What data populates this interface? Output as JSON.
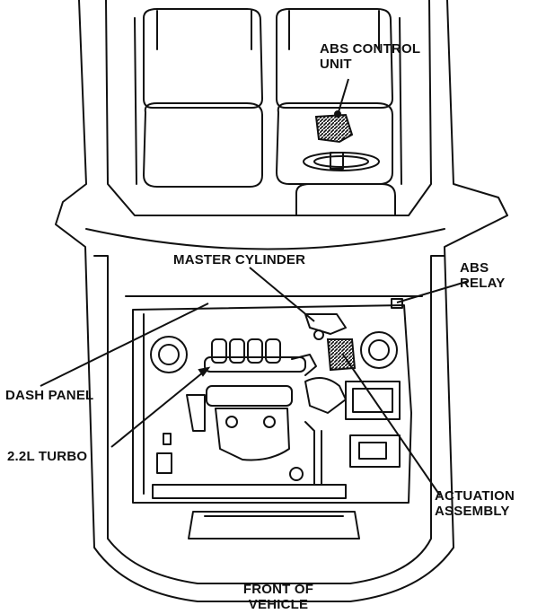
{
  "labels": {
    "abs_control_unit": [
      "ABS CONTROL",
      "UNIT"
    ],
    "master_cylinder": "MASTER CYLINDER",
    "abs_relay": [
      "ABS",
      "RELAY"
    ],
    "dash_panel": "DASH PANEL",
    "engine": "2.2L TURBO",
    "actuation_assembly": [
      "ACTUATION",
      "ASSEMBLY"
    ],
    "front_of_vehicle": [
      "FRONT OF",
      "VEHICLE"
    ]
  },
  "colors": {
    "ink": "#111111",
    "paper": "#ffffff",
    "hatch": "#222222"
  }
}
